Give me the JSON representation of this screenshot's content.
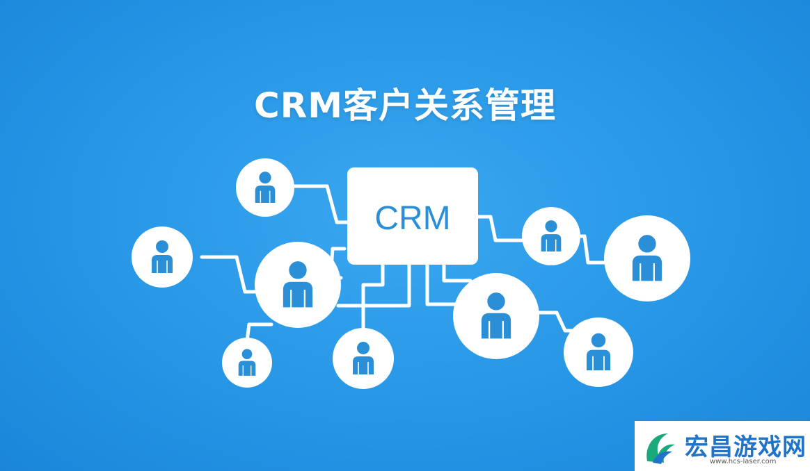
{
  "title": "CRM客户关系管理",
  "hub": {
    "label": "CRM"
  },
  "colors": {
    "background": "#2696e6",
    "node_fill": "#ffffff",
    "icon": "#2a8fd6",
    "line": "#ffffff"
  },
  "nodes": [
    {
      "id": "user-1",
      "icon": "person-icon"
    },
    {
      "id": "user-2",
      "icon": "person-icon"
    },
    {
      "id": "user-3",
      "icon": "person-icon"
    },
    {
      "id": "user-4",
      "icon": "person-icon"
    },
    {
      "id": "user-5",
      "icon": "person-icon"
    },
    {
      "id": "user-6",
      "icon": "person-icon"
    },
    {
      "id": "user-7",
      "icon": "person-icon"
    },
    {
      "id": "user-8",
      "icon": "person-icon"
    },
    {
      "id": "user-9",
      "icon": "person-icon"
    },
    {
      "id": "user-10",
      "icon": "person-icon"
    }
  ],
  "watermark": {
    "title": "宏昌游戏网",
    "url": "www.hcs-laser.com",
    "icon": "dragon-logo-icon"
  }
}
